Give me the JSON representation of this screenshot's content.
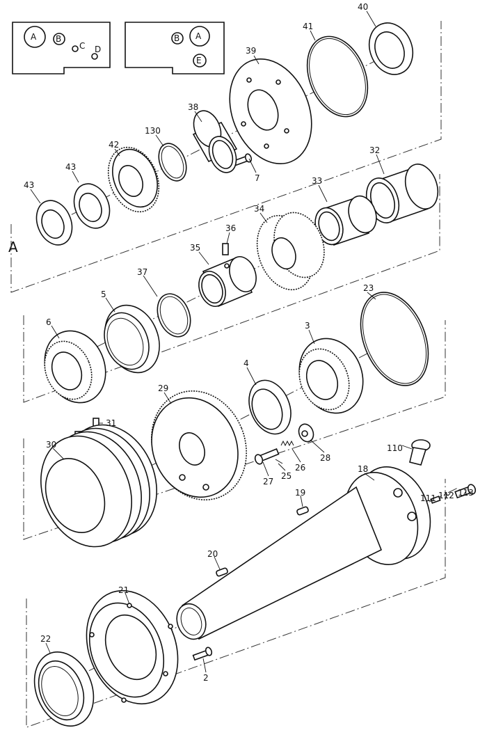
{
  "view_label": "A",
  "inset_panels": [
    {
      "ports": [
        "A",
        "B",
        "C",
        "D"
      ]
    },
    {
      "ports": [
        "B",
        "A",
        "E"
      ]
    }
  ],
  "callouts": [
    "40",
    "41",
    "39",
    "38",
    "130",
    "42",
    "43",
    "43",
    "7",
    "32",
    "33",
    "34",
    "36",
    "35",
    "37",
    "5",
    "6",
    "23",
    "3",
    "4",
    "29",
    "31",
    "30",
    "28",
    "26",
    "25",
    "27",
    "110",
    "18",
    "19",
    "111",
    "112",
    "113",
    "20",
    "21",
    "22",
    "2"
  ]
}
